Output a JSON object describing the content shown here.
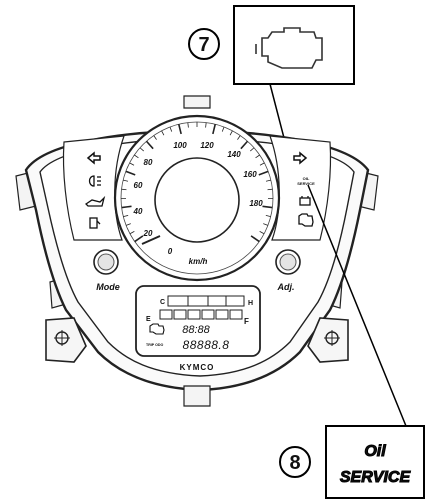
{
  "callouts": [
    {
      "number": "7",
      "icon": "check-engine-icon"
    },
    {
      "number": "8",
      "text_line1": "Oil",
      "text_line2": "SERVICE"
    }
  ],
  "speedometer": {
    "ticks": [
      "20",
      "40",
      "60",
      "80",
      "100",
      "120",
      "140",
      "160",
      "180"
    ],
    "zero": "0",
    "unit": "km/h"
  },
  "indicators": {
    "left": [
      "turn-left-icon",
      "headlight-icon",
      "oil-can-icon",
      "fuel-pump-icon"
    ],
    "right": [
      "turn-right-icon",
      "oil-service-icon",
      "battery-icon",
      "check-engine-icon"
    ],
    "oil_service_small": [
      "OIL",
      "SERVICE"
    ]
  },
  "buttons": {
    "mode_label": "Mode",
    "adj_label": "Adj."
  },
  "lcd": {
    "fuel_low": "E",
    "fuel_full": "F",
    "temp_cold": "C",
    "temp_hot": "H",
    "clock": "88:88",
    "odometer": "88888.8",
    "odo_labels": "TRIP ODO"
  },
  "brand": "KYMCO"
}
